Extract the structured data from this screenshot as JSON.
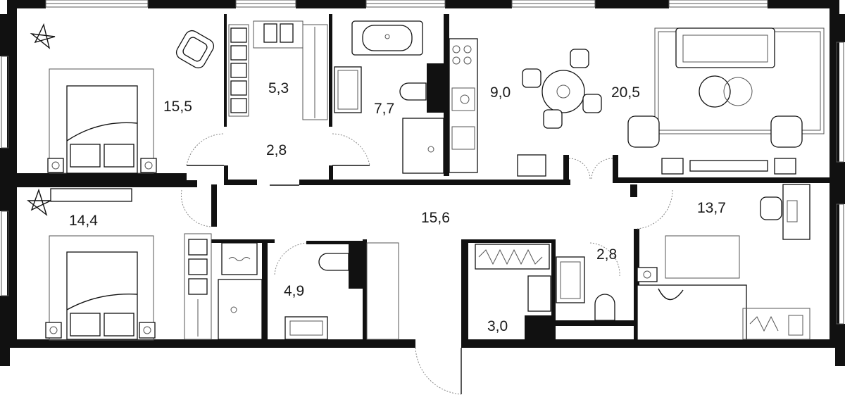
{
  "rooms": [
    {
      "id": "bedroom-top-left",
      "area": "15,5"
    },
    {
      "id": "closet-top",
      "area": "5,3"
    },
    {
      "id": "hall-small-top",
      "area": "2,8"
    },
    {
      "id": "bathroom-top",
      "area": "7,7"
    },
    {
      "id": "kitchen-dining",
      "area": "9,0"
    },
    {
      "id": "living-room",
      "area": "20,5"
    },
    {
      "id": "bedroom-bottom-left",
      "area": "14,4"
    },
    {
      "id": "corridor",
      "area": "15,6"
    },
    {
      "id": "bedroom-bottom-right",
      "area": "13,7"
    },
    {
      "id": "bathroom-bottom",
      "area": "4,9"
    },
    {
      "id": "wc-bottom",
      "area": "2,8"
    },
    {
      "id": "closet-bottom",
      "area": "3,0"
    }
  ],
  "colors": {
    "wall": "#111111",
    "background": "#ffffff",
    "line": "#111111"
  }
}
